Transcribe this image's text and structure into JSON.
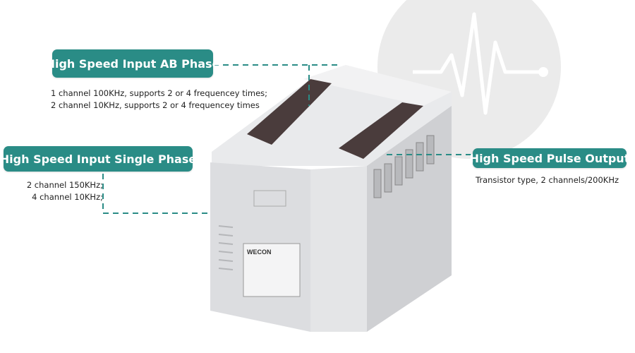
{
  "colors": {
    "accent": "#2a8c86",
    "background_circle": "#ebebeb"
  },
  "callouts": [
    {
      "title": "High Speed Input AB Phase",
      "lines": [
        "1 channel 100KHz, supports 2 or 4 frequencey times;",
        "2 channel 10KHz, supports 2 or 4 frequencey times"
      ]
    },
    {
      "title": "High Speed Input Single Phase",
      "lines": [
        "2 channel 150KHz;",
        "4 channel 10KHz;"
      ]
    },
    {
      "title": "High Speed Pulse Output",
      "lines": [
        "Transistor type, 2 channels/200KHz"
      ]
    }
  ],
  "product": {
    "brand_logo": "WECON"
  },
  "icons": {
    "background": "heartbeat-icon"
  }
}
